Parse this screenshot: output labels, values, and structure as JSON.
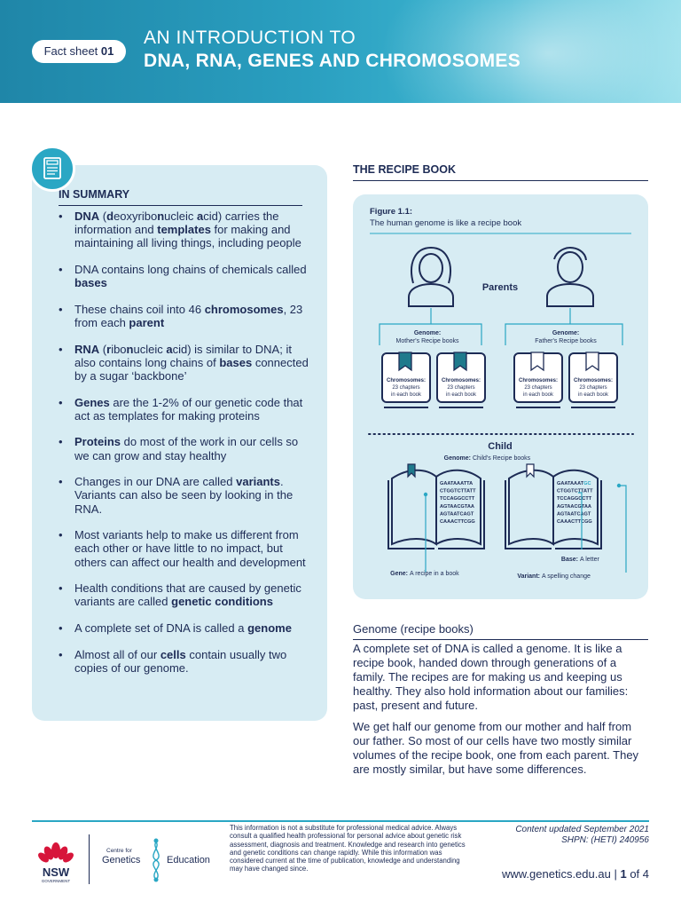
{
  "header": {
    "fact_label": "Fact sheet",
    "fact_number": "01",
    "title_line1": "AN INTRODUCTION TO",
    "title_line2": "DNA, RNA, GENES AND CHROMOSOMES"
  },
  "summary": {
    "heading": "IN SUMMARY",
    "icon": "document-icon",
    "items": [
      [
        "",
        "DNA",
        " (",
        "d",
        "eoxyribo",
        "n",
        "ucleic ",
        "a",
        "cid) carries the information and ",
        "templates",
        " for making and maintaining all living things, including people"
      ],
      [
        "DNA contains long chains of chemicals called ",
        "bases"
      ],
      [
        "These chains coil into 46 ",
        "chromosomes",
        ", 23 from each ",
        "parent"
      ],
      [
        "",
        "RNA",
        " (",
        "r",
        "ibo",
        "n",
        "ucleic ",
        "a",
        "cid) is similar to DNA; it also contains long chains of ",
        "bases",
        " connected by a sugar ‘backbone’"
      ],
      [
        "",
        "Genes",
        " are the 1-2% of our genetic code that act as templates for making proteins"
      ],
      [
        "",
        "Proteins",
        " do most of the work in our cells so we can grow and stay healthy"
      ],
      [
        "Changes in our DNA are called ",
        "variants",
        ". Variants can also be seen by looking in the RNA."
      ],
      [
        "Most variants help to make us different from each other or have little to no impact, but others can affect our health and development"
      ],
      [
        "Health conditions that are caused by genetic variants are called ",
        "genetic conditions"
      ],
      [
        "A complete set of DNA is called a ",
        "genome"
      ],
      [
        "Almost all of our ",
        "cells",
        " contain usually two copies of our genome."
      ]
    ]
  },
  "recipe": {
    "heading": "THE RECIPE BOOK",
    "figure_label": "Figure 1.1:",
    "figure_caption": "The human genome is like a recipe book",
    "parents_label": "Parents",
    "mother_genome_bold": "Genome:",
    "mother_genome_text": "Mother's Recipe books",
    "father_genome_bold": "Genome:",
    "father_genome_text": "Father's Recipe books",
    "chromo_bold": "Chromosomes:",
    "chromo_line1": "23 chapters",
    "chromo_line2": "in each book",
    "child_label": "Child",
    "child_genome_bold": "Genome:",
    "child_genome_text": "Child's Recipe books",
    "left_sequence": [
      "GAATAAATTA",
      "CTGGTCTTATT",
      "TCCAGGCCTT",
      "AGTAACGTAA",
      "AGTAATCAGT",
      "CAAACTTCGG"
    ],
    "right_sequence_first": "GAATAAAT",
    "right_sequence_variant": "GC",
    "right_sequence": [
      "CTGGTCTTATT",
      "TCCAGGCCTT",
      "AGTAACGTAA",
      "AGTAATCAGT",
      "CAAACTTCGG"
    ],
    "base_bold": "Base:",
    "base_text": "A letter",
    "gene_bold": "Gene:",
    "gene_text": "A recipe in a book",
    "variant_bold": "Variant:",
    "variant_text": "A spelling change",
    "colors": {
      "navy": "#1d2b55",
      "teal": "#2aa7c4",
      "panel": "#d7ecf3"
    }
  },
  "genome_section": {
    "heading": "Genome (recipe books)",
    "para1": "A complete set of DNA is called a genome. It is like a recipe book, handed down through generations of a family. The recipes are for making us and keeping us healthy. They also hold information about our families: past, present and future.",
    "para2": "We get half our genome from our mother and half from our father. So most of our cells have two mostly similar volumes of the recipe book, one from each parent. They are mostly similar, but have some differences."
  },
  "footer": {
    "disclaimer": "This information is not a substitute for professional medical advice. Always consult a qualified health professional for personal advice about genetic risk assessment, diagnosis and treatment. Knowledge and research into genetics and genetic conditions can change rapidly. While this information was considered current at the time of publication, knowledge and understanding may have changed since.",
    "updated": "Content updated September 2021",
    "shpn": "SHPN: (HETI) 240956",
    "website": "www.genetics.edu.au",
    "page_current": "1",
    "page_total": "of 4",
    "nsw_text": "NSW",
    "nsw_sub": "GOVERNMENT",
    "cge_small": "Centre for",
    "cge_left": "Genetics",
    "cge_right": "Education"
  }
}
